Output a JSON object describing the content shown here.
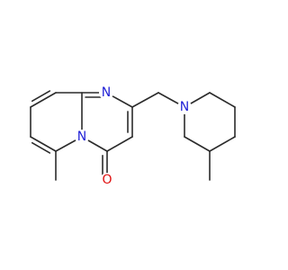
{
  "molecule": {
    "atoms": {
      "n1": {
        "symbol": "N",
        "color": "#1f1fd6"
      },
      "n2": {
        "symbol": "N",
        "color": "#1f1fd6"
      },
      "n3": {
        "symbol": "N",
        "color": "#1f1fd6"
      },
      "o1": {
        "symbol": "O",
        "color": "#e01010"
      }
    },
    "bond_color": "#2b2b2b",
    "background": "#ffffff"
  }
}
